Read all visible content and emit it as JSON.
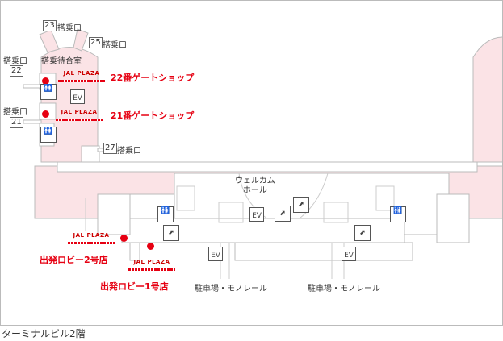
{
  "map_title": "ターミナルビル2階",
  "gates": [
    {
      "number": "23",
      "label": "搭乗口"
    },
    {
      "number": "25",
      "label": "搭乗口"
    },
    {
      "number": "22",
      "label": "搭乗口"
    },
    {
      "number": "21",
      "label": "搭乗口"
    },
    {
      "number": "27",
      "label": "搭乗口"
    }
  ],
  "areas": {
    "waiting_room": "搭乗待合室",
    "welcome_hall": "ウェルカム\nホール",
    "parking_1": "駐車場・モノレール",
    "parking_2": "駐車場・モノレール"
  },
  "shops": [
    {
      "logo": "JAL PLAZA",
      "name": "22番ゲートショップ"
    },
    {
      "logo": "JAL PLAZA",
      "name": "21番ゲートショップ"
    },
    {
      "logo": "JAL PLAZA",
      "name": "出発ロビー2号店"
    },
    {
      "logo": "JAL PLAZA",
      "name": "出発ロビー1号店"
    }
  ],
  "elevator_label": "EV",
  "colors": {
    "accent": "#e60012",
    "area": "#fbe3e6"
  }
}
